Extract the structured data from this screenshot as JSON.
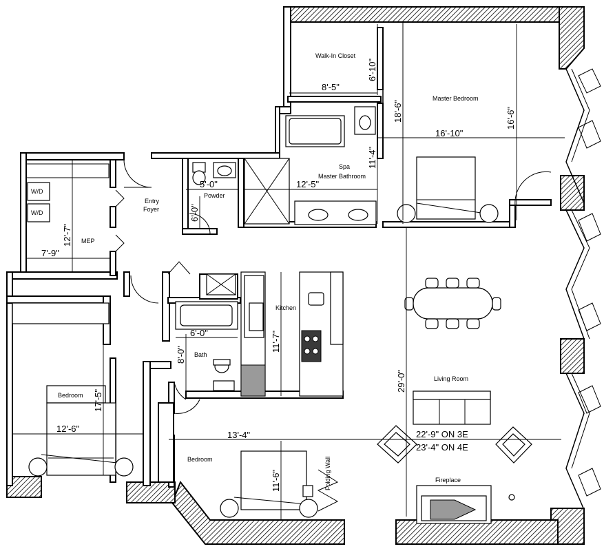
{
  "rooms": {
    "walk_in_closet": "Walk-In Closet",
    "master_bedroom": "Master Bedroom",
    "spa_master_bathroom_line1": "Spa",
    "spa_master_bathroom_line2": "Master Bathroom",
    "entry_foyer_line1": "Entry",
    "entry_foyer_line2": "Foyer",
    "powder": "Powder",
    "mep": "MEP",
    "kitchen": "Kitchen",
    "bath": "Bath",
    "bedroom_left": "Bedroom",
    "bedroom_center": "Bedroom",
    "living_room": "Living Room",
    "folding_wall": "Folding Wall",
    "fireplace": "Fireplace"
  },
  "appliances": {
    "washer": "W/D",
    "dryer": "W/D"
  },
  "dimensions": {
    "closet_width": "8'-5\"",
    "closet_depth": "6'-10\"",
    "master_depth": "18'-6\"",
    "master_depth_2": "16'-6\"",
    "master_width": "16'-10\"",
    "bath_depth": "11'-4\"",
    "bath_width": "12'-5\"",
    "powder_width": "5'-0\"",
    "powder_depth": "6'-0\"",
    "mep_depth": "12'-7\"",
    "mep_width": "7'-9\"",
    "kitchen_depth": "11'-7\"",
    "bath_width_2": "6'-0\"",
    "bath_depth_2": "8'-0\"",
    "bedroom_left_depth": "17'-5\"",
    "bedroom_left_width": "12'-6\"",
    "bedroom_center_width": "13'-4\"",
    "bedroom_center_depth": "11'-6\"",
    "living_depth": "29'-0\"",
    "living_width_3e": "22'-9\" ON 3E",
    "living_width_4e": "23'-4\" ON 4E"
  }
}
